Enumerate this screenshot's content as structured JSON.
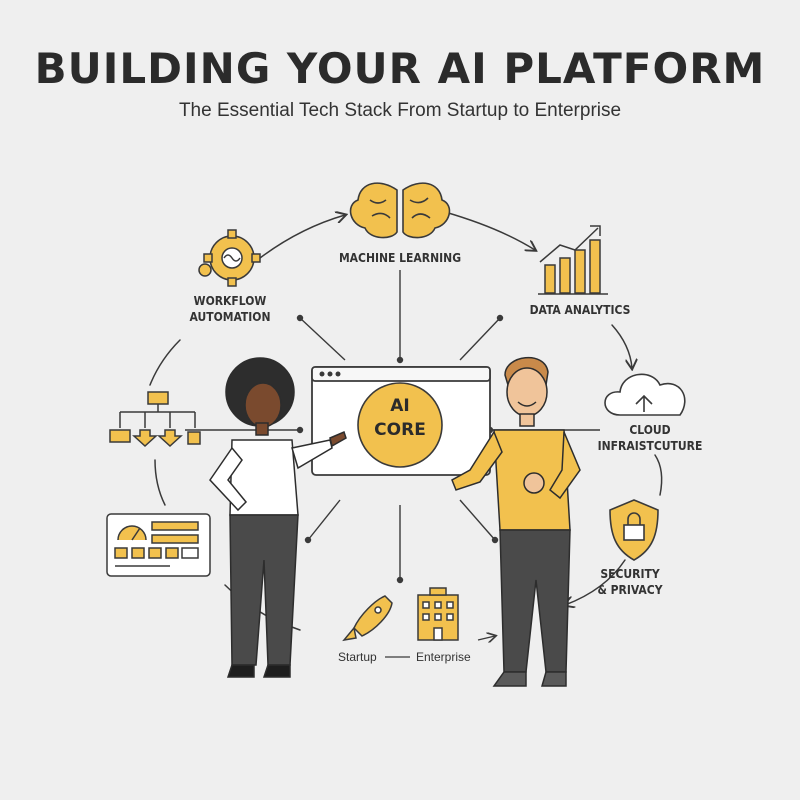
{
  "header": {
    "title": "BUILDING YOUR AI PLATFORM",
    "subtitle": "The Essential Tech Stack From Startup to Enterprise"
  },
  "core": {
    "label": "AI\nCORE"
  },
  "nodes": [
    {
      "id": "ml",
      "label": "MACHINE LEARNING",
      "icon": "brain-icon"
    },
    {
      "id": "da",
      "label": "DATA ANALYTICS",
      "icon": "bar-chart-icon"
    },
    {
      "id": "wf",
      "label": "WORKFLOW\nAUTOMATION",
      "icon": "gear-brain-icon"
    },
    {
      "id": "cloud",
      "label": "CLOUD\nINFRAISTCUTURE",
      "icon": "cloud-upload-icon"
    },
    {
      "id": "sec",
      "label": "SECURITY\n& PRIVACY",
      "icon": "shield-lock-icon"
    }
  ],
  "growth": {
    "start": "Startup",
    "end": "Enterprise"
  },
  "colors": {
    "accent": "#f2c14e",
    "accent_dark": "#e5a92a",
    "line": "#3a3a3a",
    "background": "#efefef"
  }
}
